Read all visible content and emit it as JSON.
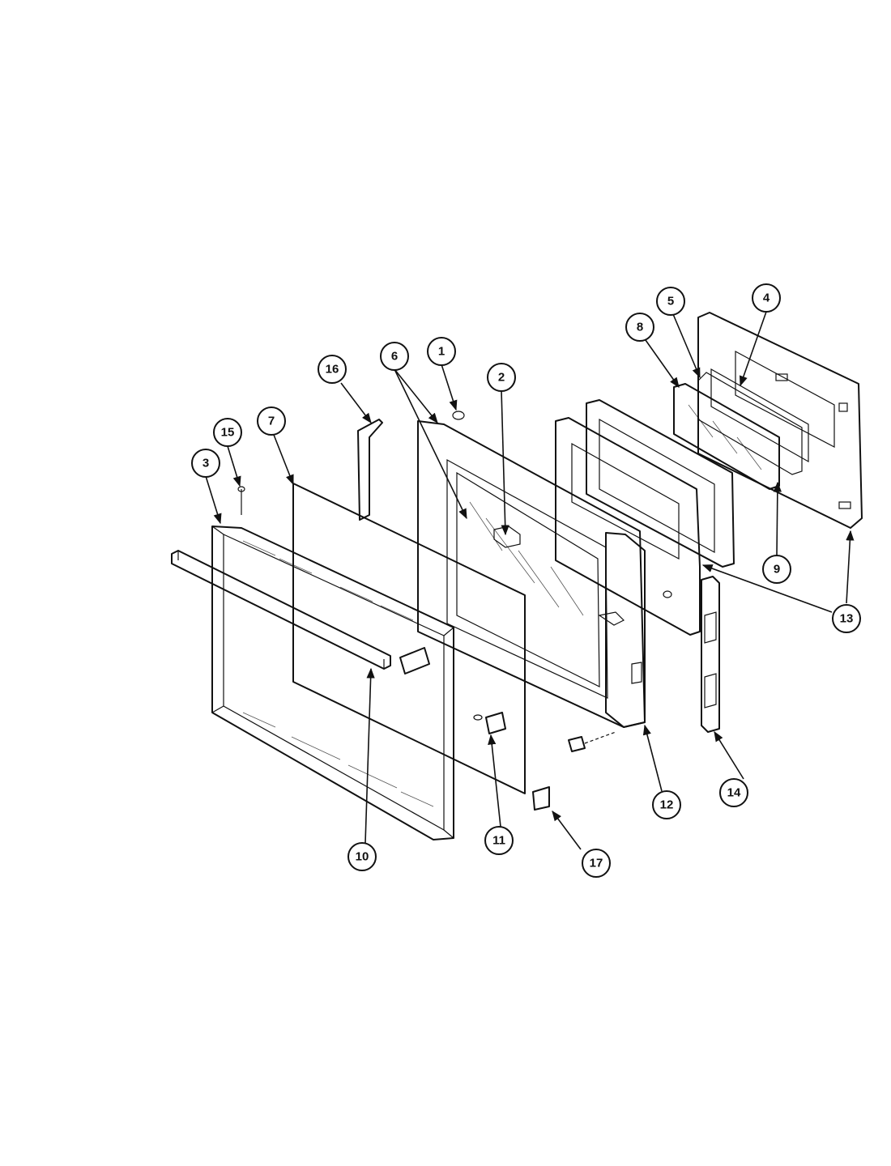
{
  "diagram": {
    "callouts": [
      {
        "label": "1"
      },
      {
        "label": "2"
      },
      {
        "label": "3"
      },
      {
        "label": "4"
      },
      {
        "label": "5"
      },
      {
        "label": "6"
      },
      {
        "label": "7"
      },
      {
        "label": "8"
      },
      {
        "label": "9"
      },
      {
        "label": "10"
      },
      {
        "label": "11"
      },
      {
        "label": "12"
      },
      {
        "label": "13"
      },
      {
        "label": "14"
      },
      {
        "label": "15"
      },
      {
        "label": "16"
      },
      {
        "label": "17"
      }
    ]
  }
}
